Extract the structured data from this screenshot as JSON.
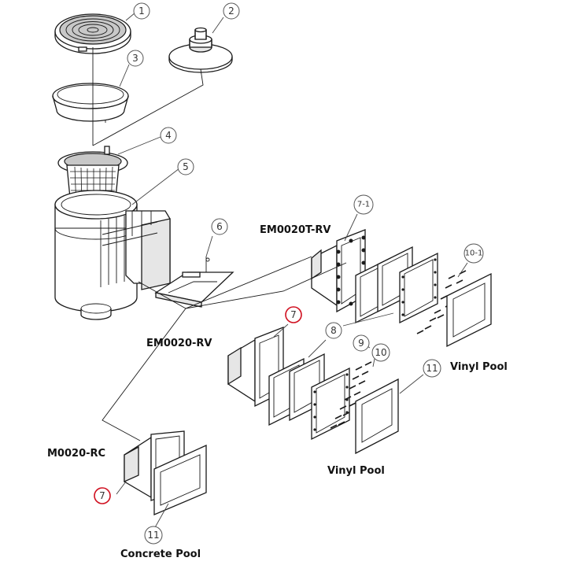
{
  "callouts": [
    {
      "id": "c1",
      "text": "1"
    },
    {
      "id": "c2",
      "text": "2"
    },
    {
      "id": "c3",
      "text": "3"
    },
    {
      "id": "c4",
      "text": "4"
    },
    {
      "id": "c5",
      "text": "5"
    },
    {
      "id": "c6",
      "text": "6"
    },
    {
      "id": "c7-1",
      "text": "7-1"
    },
    {
      "id": "c7a",
      "text": "7",
      "highlight": "#d01020"
    },
    {
      "id": "c7b",
      "text": "7",
      "highlight": "#d01020"
    },
    {
      "id": "c8",
      "text": "8"
    },
    {
      "id": "c9",
      "text": "9"
    },
    {
      "id": "c10",
      "text": "10"
    },
    {
      "id": "c10-1",
      "text": "10-1"
    },
    {
      "id": "c11a",
      "text": "11"
    },
    {
      "id": "c11b",
      "text": "11"
    },
    {
      "id": "c11c",
      "text": "11"
    }
  ],
  "labels": {
    "em0020t_rv": "EM0020T-RV",
    "em0020_rv": "EM0020-RV",
    "m0020_rc": "M0020-RC",
    "vinyl_pool_right": "Vinyl Pool",
    "vinyl_pool_center": "Vinyl Pool",
    "concrete_pool": "Concrete Pool"
  }
}
